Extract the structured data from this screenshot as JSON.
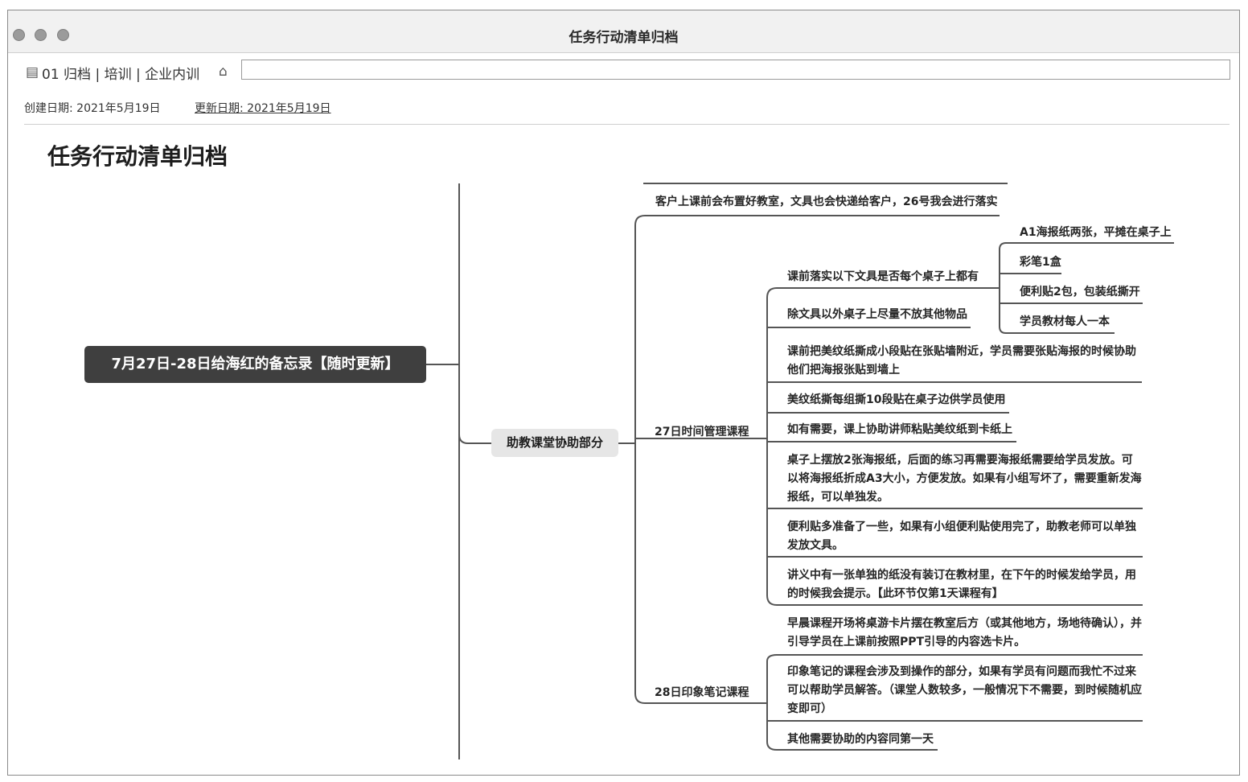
{
  "window": {
    "title": "任务行动清单归档"
  },
  "breadcrumb": "01 归档 | 培训 | 企业内训",
  "meta": {
    "created": "创建日期: 2021年5月19日",
    "updated": "更新日期: 2021年5月19日"
  },
  "note_title": "任务行动清单归档",
  "mindmap": {
    "root": "7月27日-28日给海红的备忘录【随时更新】",
    "center": "助教课堂协助部分",
    "branch_top": "客户上课前会布置好教室，文具也会快递给客户，26号我会进行落实",
    "branch_27": {
      "label": "27日时间管理课程",
      "check": "课前落实以下文具是否每个桌子上都有",
      "check_items": [
        "A1海报纸两张，平摊在桌子上",
        "彩笔1盒",
        "便利贴2包，包装纸撕开",
        "学员教材每人一本"
      ],
      "items": [
        "除文具以外桌子上尽量不放其他物品",
        "课前把美纹纸撕成小段贴在张贴墙附近，学员需要张贴海报的时候协助他们把海报张贴到墙上",
        "美纹纸撕每组撕10段贴在桌子边供学员使用",
        "如有需要，课上协助讲师粘贴美纹纸到卡纸上",
        "桌子上摆放2张海报纸，后面的练习再需要海报纸需要给学员发放。可以将海报纸折成A3大小，方便发放。如果有小组写坏了，需要重新发海报纸，可以单独发。",
        "便利贴多准备了一些，如果有小组便利贴使用完了，助教老师可以单独发放文具。",
        "讲义中有一张单独的纸没有装订在教材里，在下午的时候发给学员，用的时候我会提示。【此环节仅第1天课程有】"
      ]
    },
    "branch_28": {
      "label": "28日印象笔记课程",
      "items": [
        "早晨课程开场将桌游卡片摆在教室后方（或其他地方，场地待确认），并引导学员在上课前按照PPT引导的内容选卡片。",
        "印象笔记的课程会涉及到操作的部分，如果有学员有问题而我忙不过来可以帮助学员解答。（课堂人数较多，一般情况下不需要，到时候随机应变即可）",
        "其他需要协助的内容同第一天"
      ]
    }
  }
}
